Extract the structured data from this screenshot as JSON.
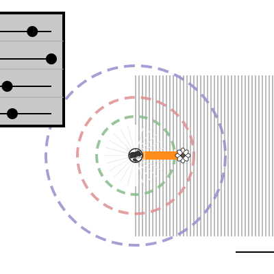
{
  "panel": {
    "sliders": [
      {
        "value": 0.55
      },
      {
        "value": 0.92
      },
      {
        "value": 0.06
      },
      {
        "value": 0.16
      }
    ]
  },
  "rings": [
    {
      "color": "#88bb88"
    },
    {
      "color": "#dd8f8f"
    },
    {
      "color": "#9a8ccc"
    }
  ],
  "colors": {
    "panel_fill": "#c8c8c8",
    "panel_border": "#000000",
    "beam": "#ff8c1a",
    "lines": "#777777"
  },
  "icons": {
    "source": "globe-icon",
    "target": "flower-icon"
  },
  "scale_bar": {
    "label": ""
  }
}
